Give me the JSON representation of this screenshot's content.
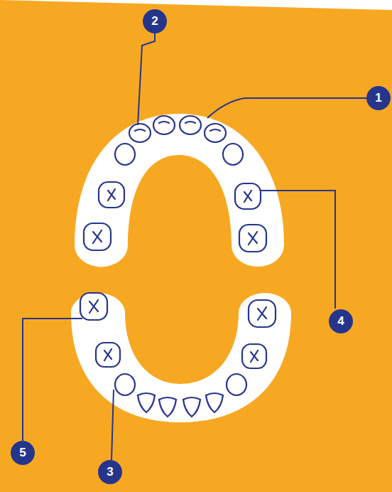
{
  "diagram": {
    "labels": [
      "2",
      "1",
      "4",
      "5",
      "3"
    ]
  }
}
